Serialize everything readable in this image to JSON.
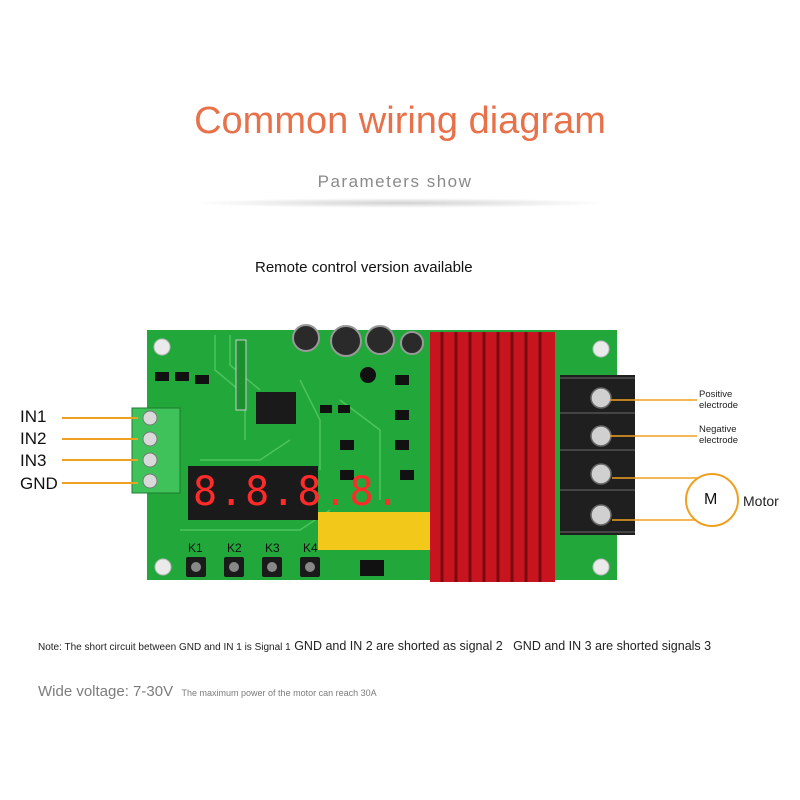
{
  "title": "Common wiring diagram",
  "subtitle": "Parameters show",
  "remote_note": "Remote control version available",
  "inputs": [
    "IN1",
    "IN2",
    "IN3",
    "GND"
  ],
  "terminals": {
    "positive": [
      "Positive",
      "electrode"
    ],
    "negative": [
      "Negative",
      "electrode"
    ]
  },
  "motor": {
    "symbol": "M",
    "label": "Motor"
  },
  "board": {
    "keys": [
      "K1",
      "K2",
      "K3",
      "K4"
    ],
    "display": "8.8.8.8."
  },
  "notes": {
    "signal1": "Note: The short circuit between GND and IN 1 is Signal 1",
    "signal2": "GND and IN 2 are shorted as signal 2",
    "signal3": "GND and IN 3 are shorted signals 3"
  },
  "voltage": "Wide voltage: 7-30V",
  "max_power": "The maximum power of the motor can reach 30A",
  "colors": {
    "title": "#e8714a",
    "wire": "#f0a020",
    "pcb": "#22a83a",
    "heatsink": "#c8141e"
  }
}
